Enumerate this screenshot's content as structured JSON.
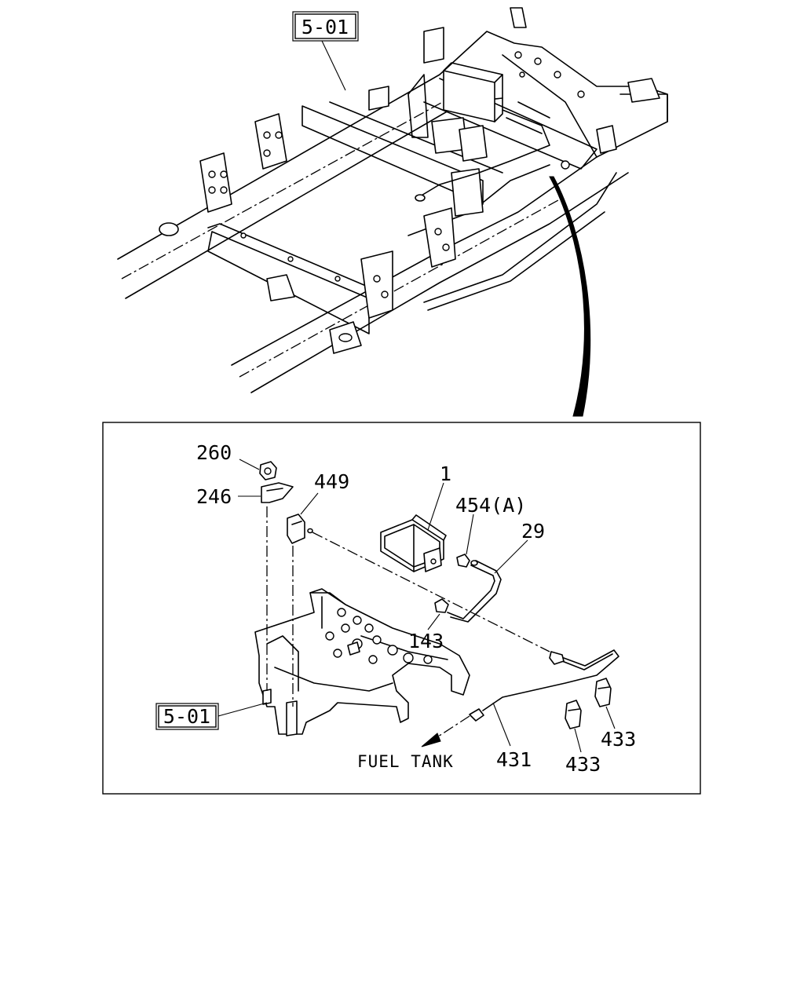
{
  "callouts": {
    "top_ref": "5-01",
    "bottom_ref": "5-01",
    "nut": "260",
    "bracket": "246",
    "clip_449": "449",
    "canister": "1",
    "clip_454": "454(A)",
    "hose_29": "29",
    "clip_143": "143",
    "pipe_431": "431",
    "clip_433_a": "433",
    "clip_433_b": "433",
    "fuel_tank": "FUEL TANK"
  }
}
